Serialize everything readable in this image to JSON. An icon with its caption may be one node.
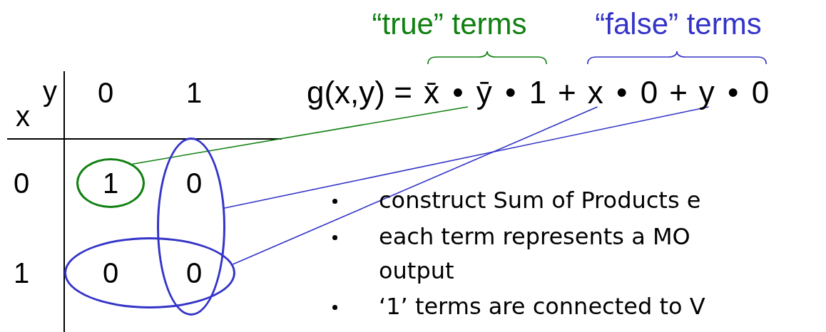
{
  "diagram": {
    "nodes": [
      {
        "text": [
          "1"
        ]
      },
      {
        "text": [],
        "shape": "circle"
      },
      {
        "text": [],
        "shape": "circle"
      },
      {
        "text": [
          "x̄ • ȳ • 1"
        ]
      },
      {
        "text": [
          "x • 0"
        ]
      },
      {
        "text": [
          "y • 0"
        ]
      }
    ],
    "edges": [
      {
        "from": 0,
        "to": 3,
        "arrow": "none",
        "color": "#118011"
      },
      {
        "from": 1,
        "to": 5,
        "arrow": "none"
      },
      {
        "from": 2,
        "to": 4,
        "arrow": "none"
      }
    ],
    "labels": [
      "x",
      "y",
      "0",
      "1",
      "0",
      "0",
      "1",
      "0",
      "0",
      "“true” terms",
      "“false” terms",
      "g(x,y) =",
      "+",
      "+",
      "construct Sum of Products e",
      "each term represents a MO",
      "output",
      "‘1’ terms are connected to V"
    ]
  }
}
